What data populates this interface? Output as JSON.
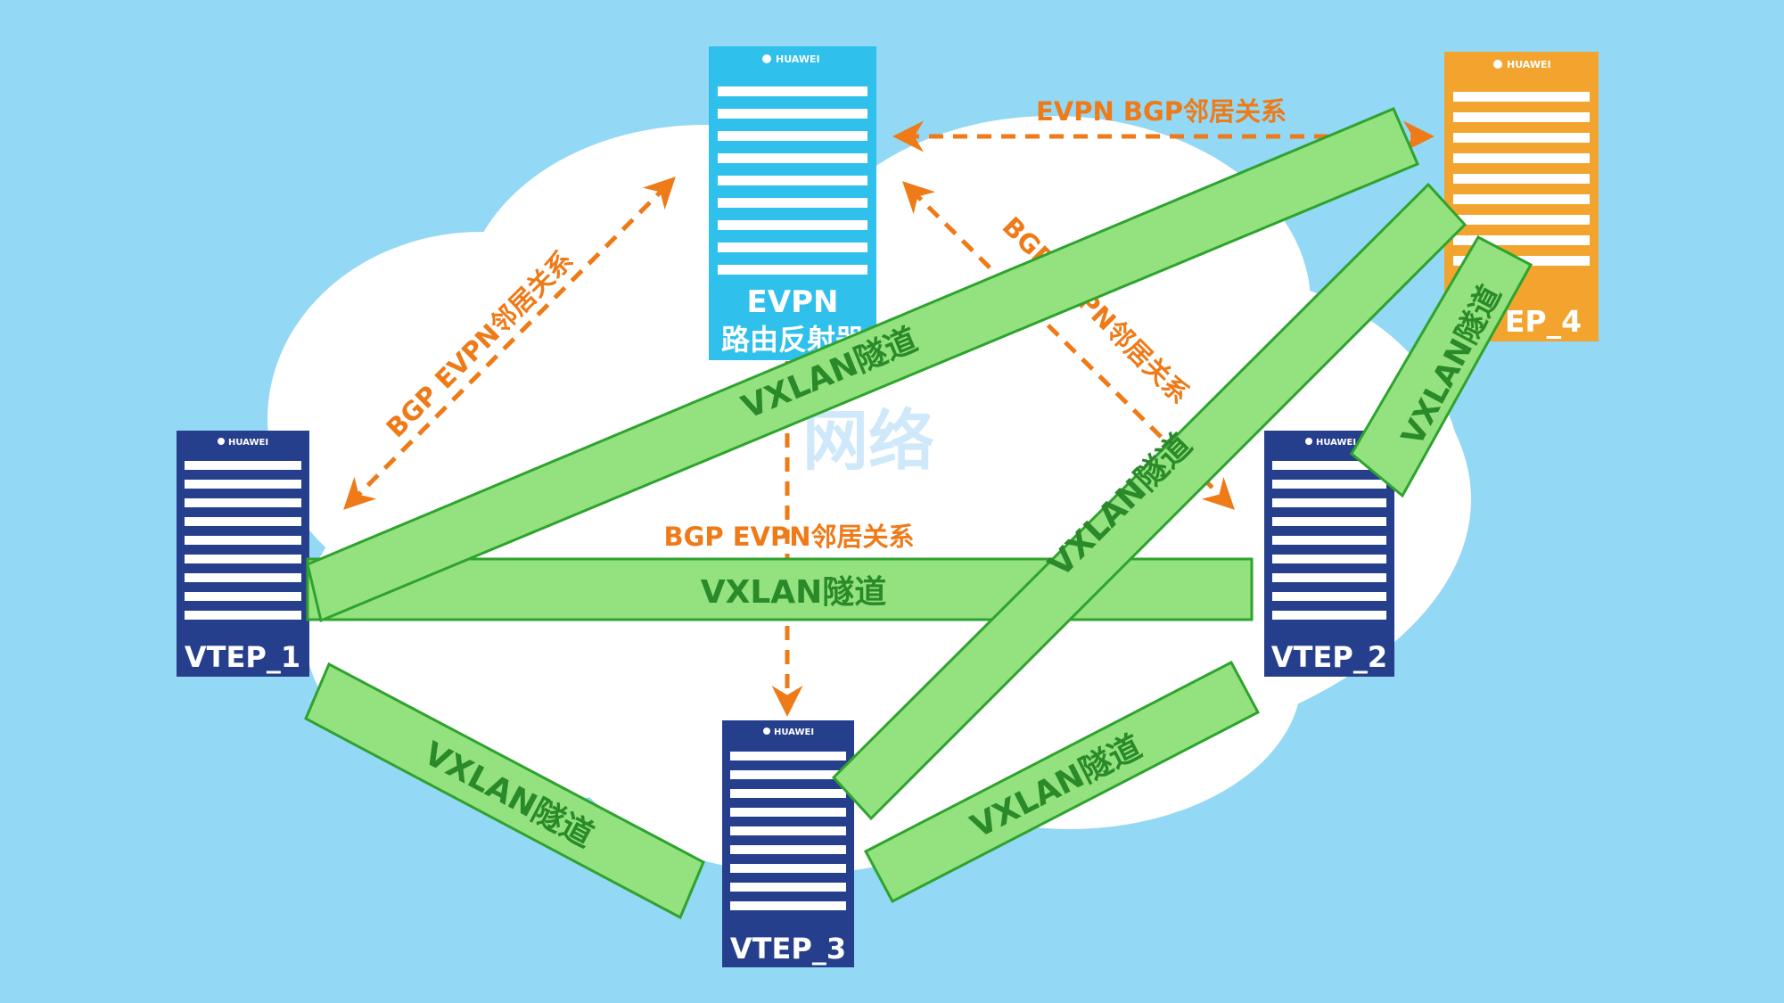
{
  "colors": {
    "background": "#93d8f4",
    "cloud": "#ffffff",
    "reflector": "#2fc0ec",
    "vtep_blue": "#263f8c",
    "vtep_orange": "#f3a42f",
    "tunnel_fill": "#94e27f",
    "tunnel_stroke": "#2ea32e",
    "tunnel_text": "#2a8a2a",
    "bgp_arrow": "#ee7a18",
    "cloud_text": "#cfe9fa"
  },
  "brand": "HUAWEI",
  "devices": {
    "reflector": {
      "line1": "EVPN",
      "line2": "路由反射器"
    },
    "vtep1": {
      "label": "VTEP_1"
    },
    "vtep2": {
      "label": "VTEP_2"
    },
    "vtep3": {
      "label": "VTEP_3"
    },
    "vtep4": {
      "label": "EP_4"
    }
  },
  "cloud_label": "网络",
  "bgp_labels": {
    "top": "EVPN BGP邻居关系",
    "left": "BGP EVPN邻居关系",
    "right": "BGP EVPN邻居关系",
    "center": "BGP EVPN邻居关系"
  },
  "tunnel_label": "VXLAN隧道"
}
